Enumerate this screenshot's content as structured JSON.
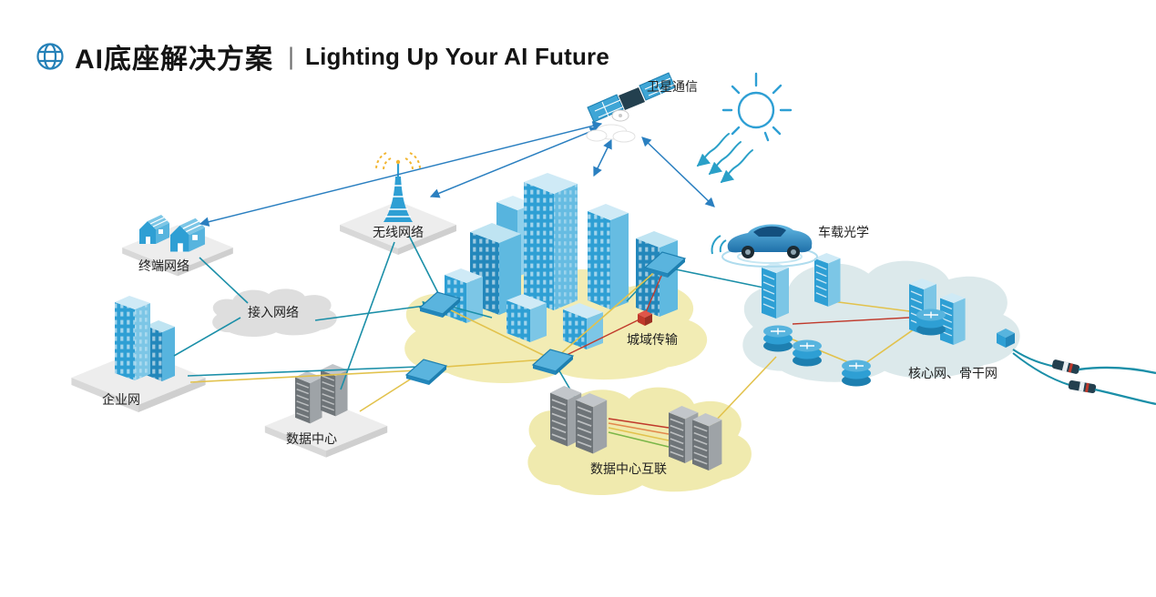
{
  "header": {
    "title_cn": "AI底座解决方案",
    "separator": "|",
    "title_en": "Lighting Up Your AI Future"
  },
  "nodes": {
    "satellite": {
      "label": "卫星通信"
    },
    "wireless": {
      "label": "无线网络"
    },
    "terminal": {
      "label": "终端网络"
    },
    "access": {
      "label": "接入网络"
    },
    "enterprise": {
      "label": "企业网"
    },
    "datacenter": {
      "label": "数据中心"
    },
    "metro": {
      "label": "城域传输"
    },
    "vehicle": {
      "label": "车载光学"
    },
    "core": {
      "label": "核心网、骨干网"
    },
    "dci": {
      "label": "数据中心互联"
    }
  },
  "colors": {
    "building_blue": "#2E9FD4",
    "building_blue_dark": "#2387BB",
    "building_blue_light": "#7CC6E6",
    "line_teal": "#1B8FA8",
    "line_blue": "#2A7FC0",
    "line_yellow": "#E2C24C",
    "line_red": "#C0392B",
    "cloud_yellow": "#F2ECB4",
    "cloud_bluegray": "#DCE9EB",
    "cloud_gray": "#DEDEDE",
    "sun_blue": "#2E9FD4",
    "signal_yellow": "#F2B632"
  }
}
